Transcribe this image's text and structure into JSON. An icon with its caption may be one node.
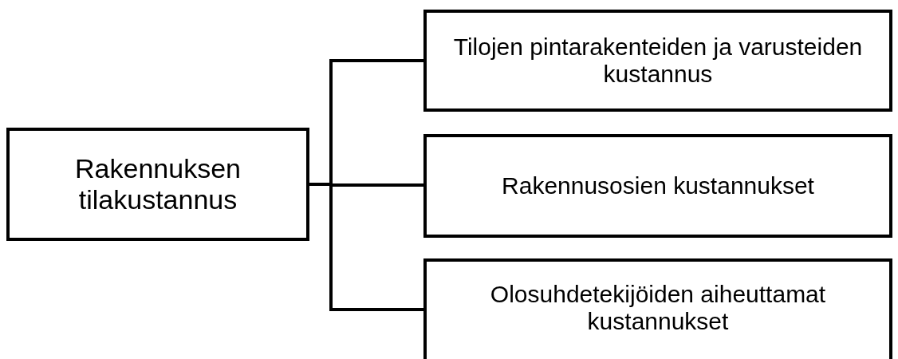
{
  "diagram": {
    "nodes": [
      {
        "text": [
          "Rakennuksen tilakustannus"
        ]
      },
      {
        "text": [
          "Tilojen pintarakenteiden ja varusteiden kustannus"
        ]
      },
      {
        "text": [
          "Rakennusosien kustannukset"
        ]
      },
      {
        "text": [
          "Olosuhdetekijöiden aiheuttamat kustannukset"
        ]
      }
    ],
    "edges": [
      {
        "from": 0,
        "to": 1,
        "arrow": "none"
      },
      {
        "from": 0,
        "to": 2,
        "arrow": "none"
      },
      {
        "from": 0,
        "to": 3,
        "arrow": "none"
      }
    ]
  }
}
